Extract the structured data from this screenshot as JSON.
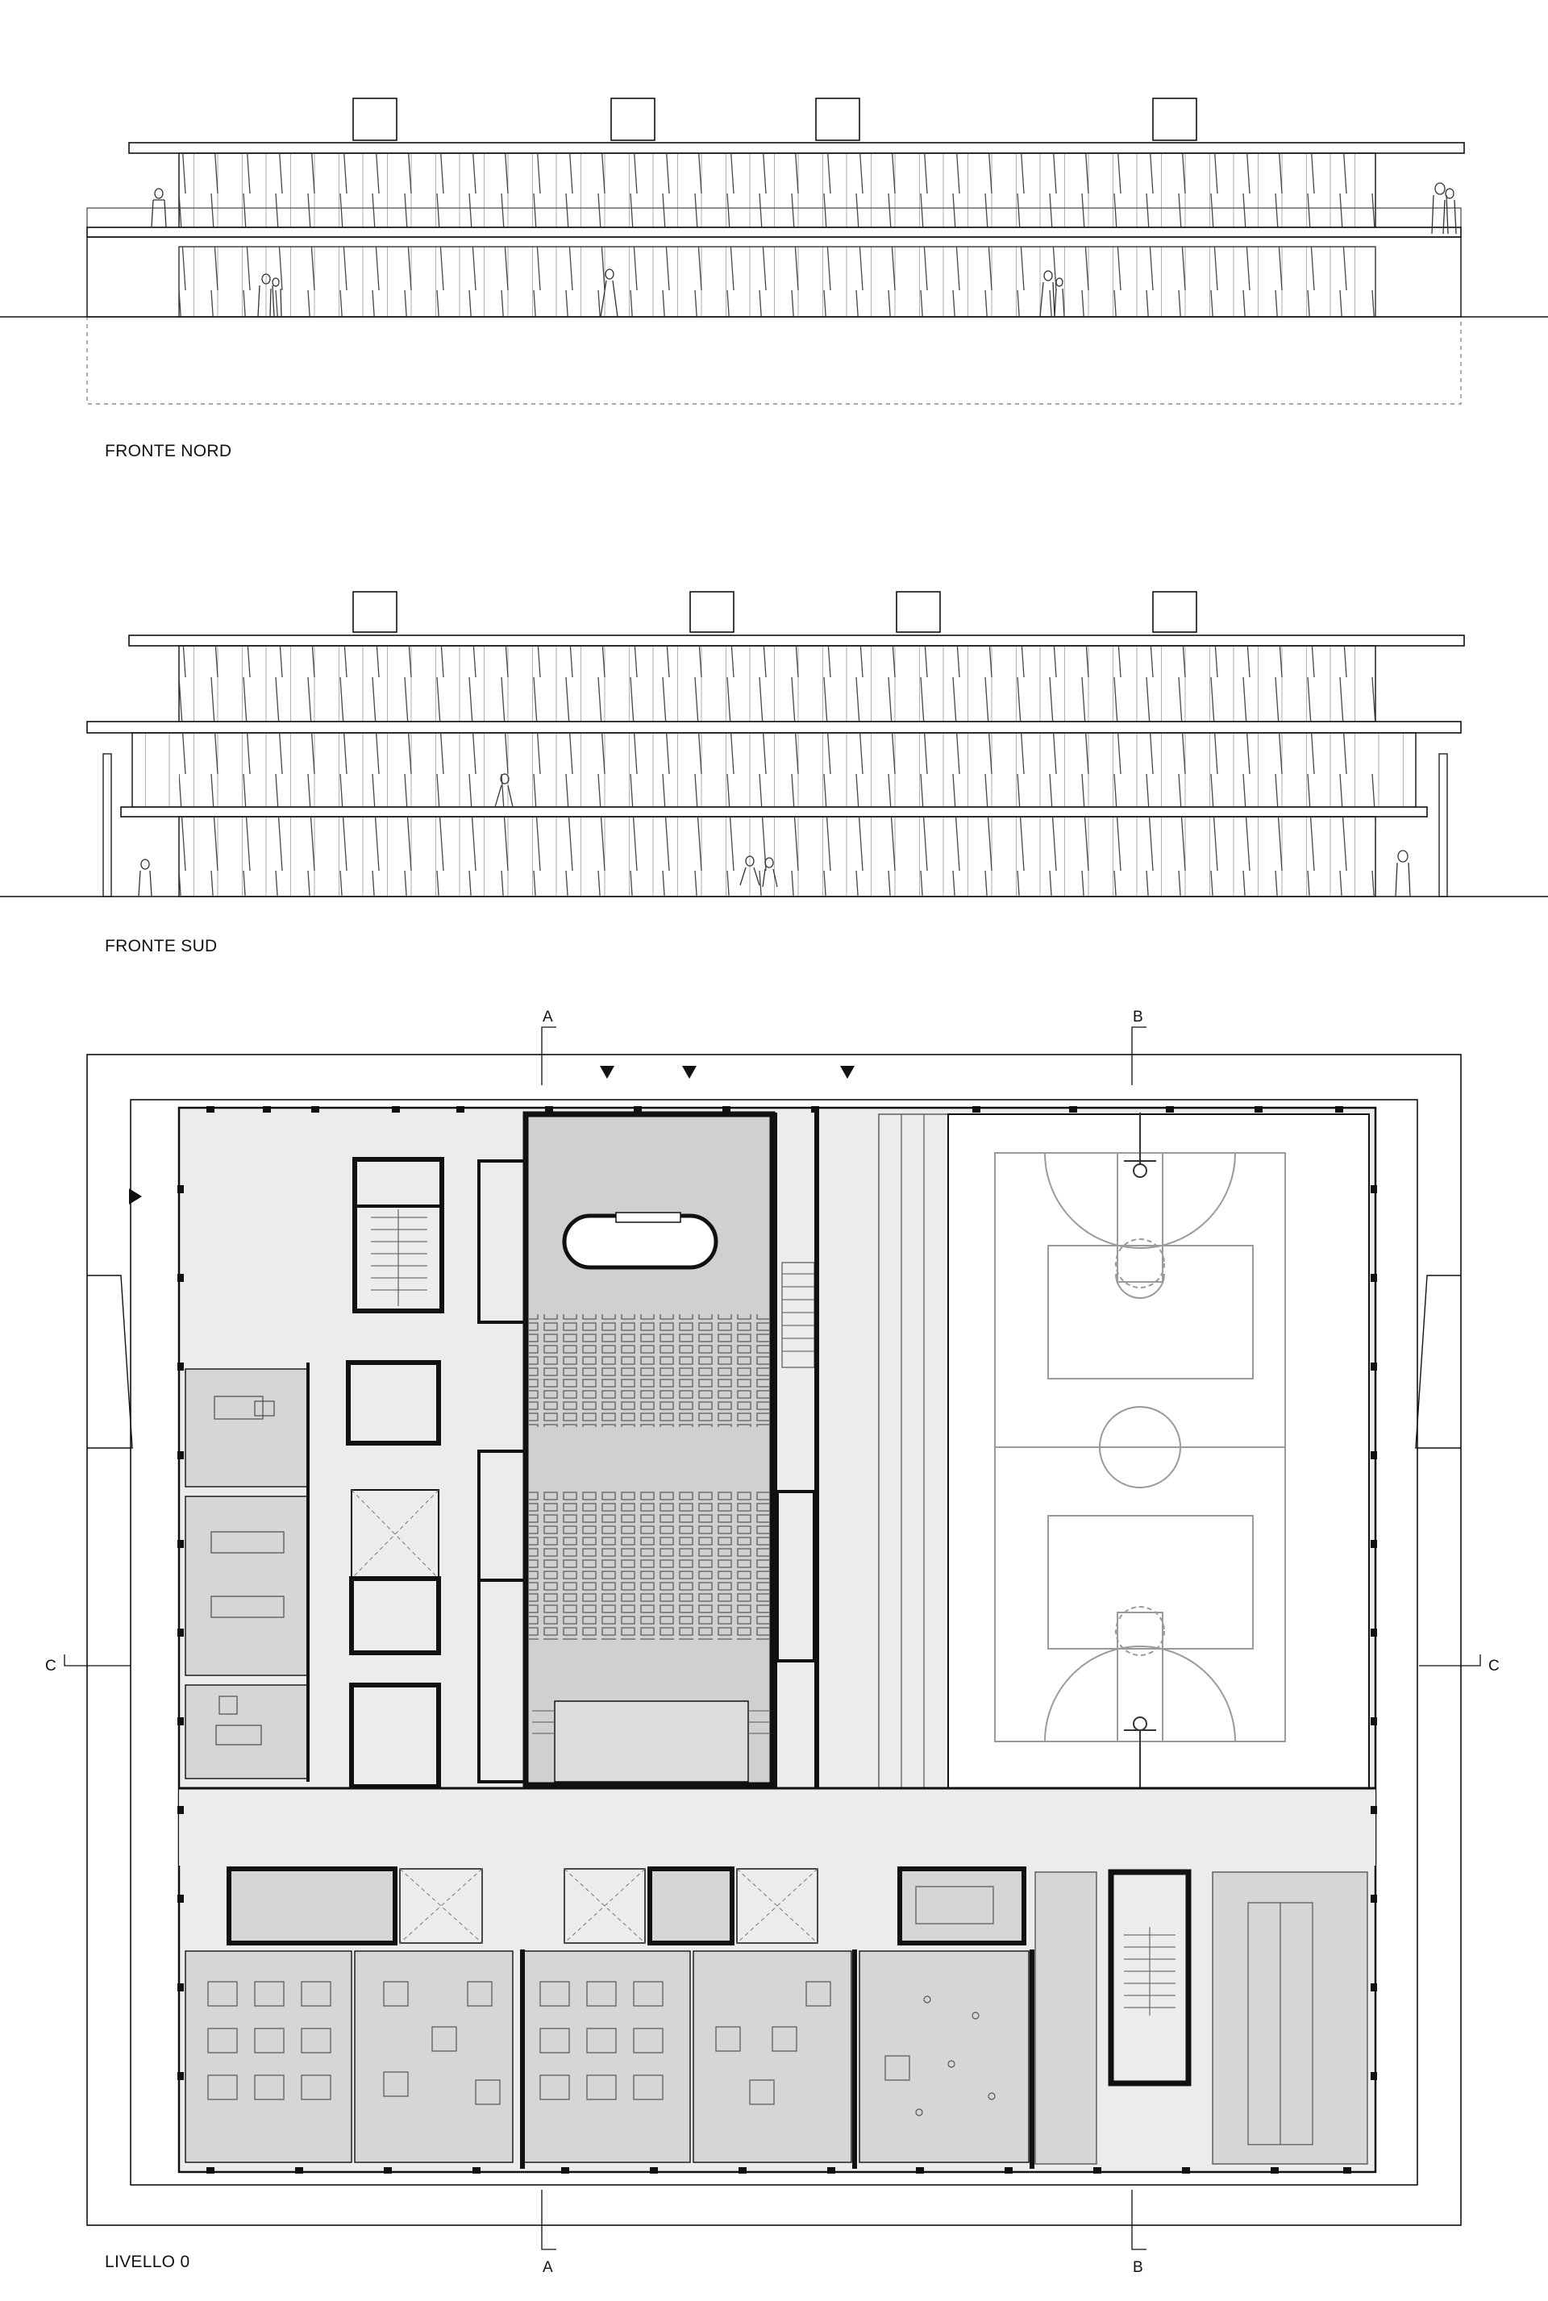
{
  "labels": {
    "north_elevation": "FRONTE NORD",
    "south_elevation": "FRONTE SUD",
    "ground_floor": "LIVELLO 0"
  },
  "section_markers": {
    "a": "A",
    "b": "B",
    "c": "C"
  },
  "colors": {
    "line": "#111111",
    "room_fill": "#d6d6d6",
    "corridor_fill": "#e9e9e9",
    "court_line": "#9a9a9a"
  },
  "icons": {
    "entrance": "triangle-down-icon",
    "side_entrance": "triangle-right-icon"
  }
}
